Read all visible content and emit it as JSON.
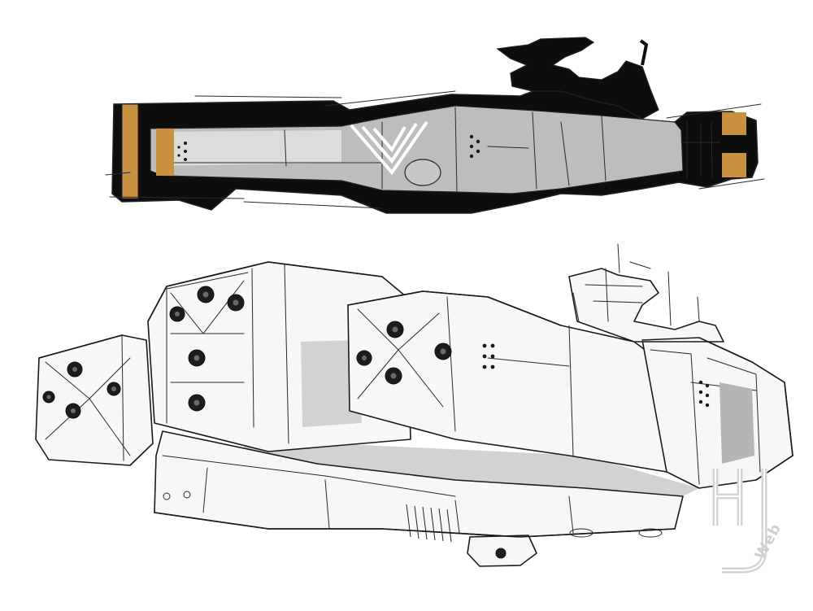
{
  "illustration": {
    "top_view": {
      "shape": "spaceship-top-view",
      "colors": {
        "hull": "#0d0d0d",
        "panel": "#bdbdbd",
        "accent": "#c8913f",
        "chevron": "#ffffff"
      }
    },
    "side_view": {
      "shape": "spaceship-perspective-sketch",
      "colors": {
        "line": "#1a1a1a",
        "shade": "#d2d2d2"
      }
    }
  },
  "watermark": {
    "logo_text": "HJ",
    "text": "Web",
    "color": "#d4d4d4"
  }
}
